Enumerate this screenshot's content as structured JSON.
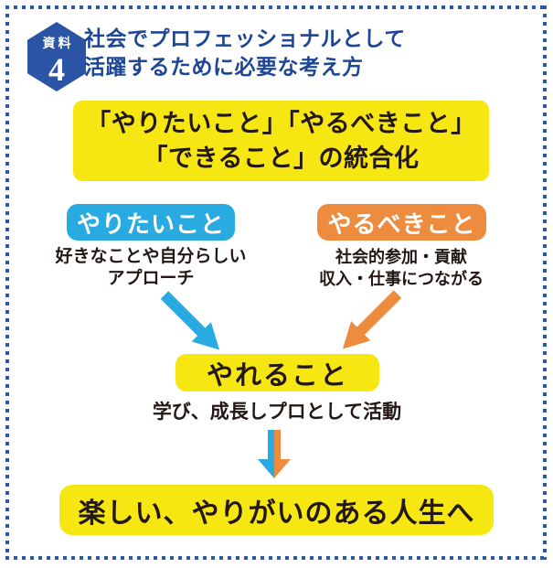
{
  "badge": {
    "top_label": "資料",
    "number": "4"
  },
  "title": {
    "line1": "社会でプロフェッショナルとして",
    "line2": "活躍するために必要な考え方"
  },
  "integration_box": {
    "line1": "「やりたいこと」「やるべきこと」",
    "line2": "「できること」の統合化"
  },
  "want": {
    "label": "やりたいこと",
    "caption_line1": "好きなことや自分らしい",
    "caption_line2": "アプローチ"
  },
  "should": {
    "label": "やるべきこと",
    "caption_line1": "社会的参加・貢献",
    "caption_line2": "収入・仕事につながる"
  },
  "can": {
    "label": "やれること",
    "caption": "学び、成長しプロとして活動"
  },
  "outcome": {
    "label": "楽しい、やりがいのある人生へ"
  },
  "icons": {
    "want_arrow": "arrow-down-right-icon",
    "should_arrow": "arrow-down-left-icon",
    "merge_arrow": "arrow-down-split-icon"
  },
  "colors": {
    "deep_blue": "#1E4696",
    "badge_blue": "#2B55A4",
    "border_blue": "#2A5AA6",
    "yellow": "#F6E712",
    "sky_blue": "#29ABE2",
    "orange": "#ED8C3E",
    "text_black": "#231815"
  }
}
